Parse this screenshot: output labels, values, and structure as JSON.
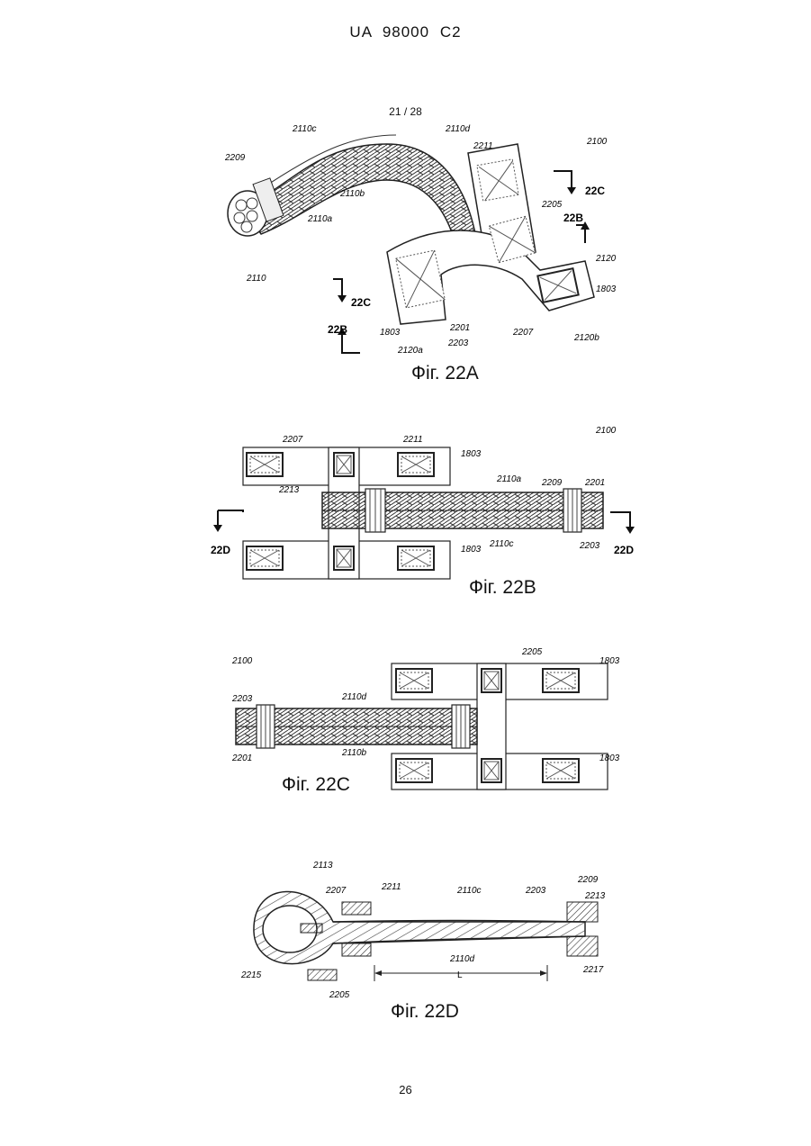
{
  "header": "UA   98000   C2",
  "sheet": "21 / 28",
  "page_number": "26",
  "fig22a": {
    "caption": "Фіг. 22A",
    "labels": [
      "2110c",
      "2110d",
      "2209",
      "2110b",
      "2110a",
      "2211",
      "2100",
      "22C",
      "2205",
      "22B",
      "2110",
      "22C",
      "2120",
      "1803",
      "1803",
      "2201",
      "2207",
      "2203",
      "22B",
      "2120a",
      "2120b"
    ]
  },
  "fig22b": {
    "caption": "Фіг. 22B",
    "labels": [
      "2100",
      "2207",
      "2211",
      "1803",
      "2110a",
      "2213",
      "2209",
      "2201",
      "22D",
      "22D",
      "2110c",
      "2203",
      "1803"
    ]
  },
  "fig22c": {
    "caption": "Фіг. 22C",
    "labels": [
      "2100",
      "2205",
      "1803",
      "2203",
      "2110d",
      "2110b",
      "2201",
      "1803"
    ]
  },
  "fig22d": {
    "caption": "Фіг. 22D",
    "labels": [
      "2113",
      "2207",
      "2211",
      "2110c",
      "2203",
      "2209",
      "2213",
      "2110d",
      "2215",
      "2205",
      "L",
      "2217"
    ]
  }
}
